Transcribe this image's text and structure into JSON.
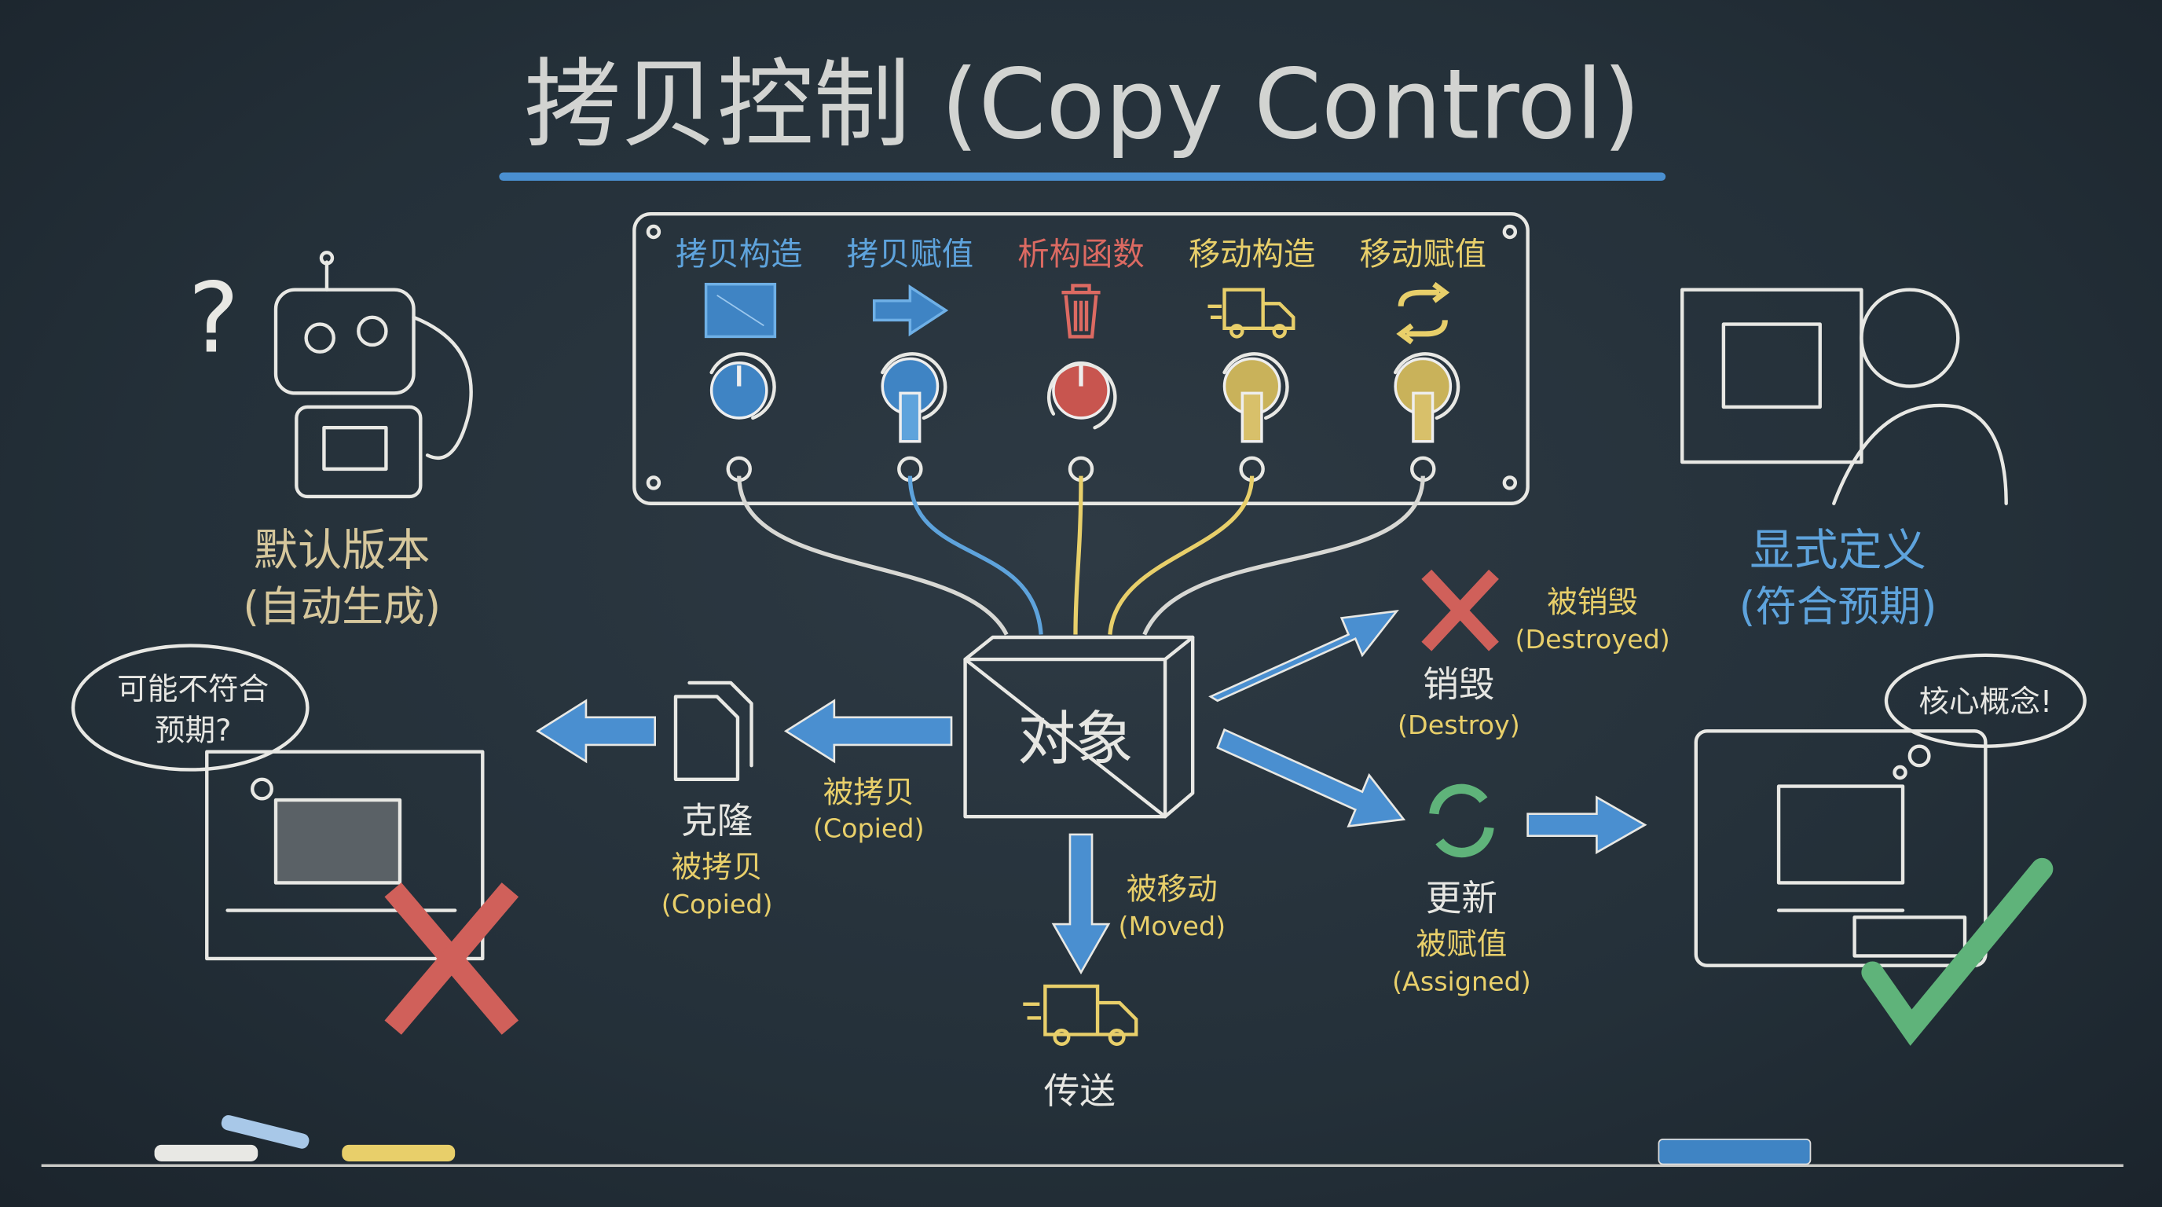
{
  "title": "拷贝控制 (Copy Control)",
  "colors": {
    "blue": "#5ea3dc",
    "red": "#dc6a62",
    "yellow": "#e8cf6a",
    "green": "#5fb37a",
    "board": "#27323b",
    "chalk": "#e8e8e4"
  },
  "control_panel": {
    "operations": [
      {
        "label": "拷贝构造",
        "icon": "blueprint-icon",
        "color": "blue"
      },
      {
        "label": "拷贝赋值",
        "icon": "arrow-right-icon",
        "color": "blue"
      },
      {
        "label": "析构函数",
        "icon": "trash-icon",
        "color": "red"
      },
      {
        "label": "移动构造",
        "icon": "truck-icon",
        "color": "yellow"
      },
      {
        "label": "移动赋值",
        "icon": "swap-arrows-icon",
        "color": "yellow"
      }
    ]
  },
  "object": {
    "label": "对象"
  },
  "left": {
    "robot": {
      "label": "默认版本",
      "sub": "(自动生成)"
    },
    "thought": {
      "line1": "可能不符合",
      "line2": "预期?"
    }
  },
  "right": {
    "person": {
      "label": "显式定义",
      "sub": "(符合预期)"
    },
    "thought": {
      "text": "核心概念!"
    }
  },
  "flows": {
    "copy": {
      "label": "被拷贝",
      "sub": "(Copied)"
    },
    "clone": {
      "label": "克隆",
      "state": "被拷贝",
      "sub": "(Copied)"
    },
    "move": {
      "label": "被移动",
      "sub": "(Moved)",
      "result": "传送"
    },
    "destroy": {
      "label": "被销毁",
      "sub": "(Destroyed)",
      "result": "销毁",
      "result_sub": "(Destroy)"
    },
    "assign": {
      "result": "更新",
      "label": "被赋值",
      "sub": "(Assigned)"
    }
  }
}
